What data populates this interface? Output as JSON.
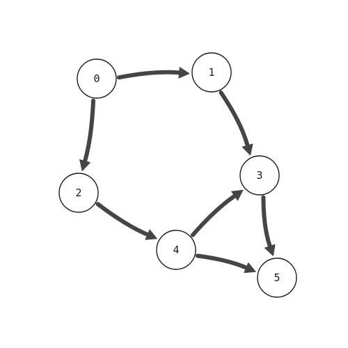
{
  "edge_color": "#454545",
  "node_border_color": "#1a1a1a",
  "background_color": "#ffffff",
  "nodes": [
    {
      "id": "0",
      "label": "0"
    },
    {
      "id": "1",
      "label": "1"
    },
    {
      "id": "2",
      "label": "2"
    },
    {
      "id": "3",
      "label": "3"
    },
    {
      "id": "4",
      "label": "4"
    },
    {
      "id": "5",
      "label": "5"
    }
  ],
  "edges": [
    {
      "from": "0",
      "to": "1"
    },
    {
      "from": "0",
      "to": "2"
    },
    {
      "from": "1",
      "to": "3"
    },
    {
      "from": "2",
      "to": "4"
    },
    {
      "from": "4",
      "to": "3"
    },
    {
      "from": "3",
      "to": "5"
    },
    {
      "from": "4",
      "to": "5"
    }
  ]
}
